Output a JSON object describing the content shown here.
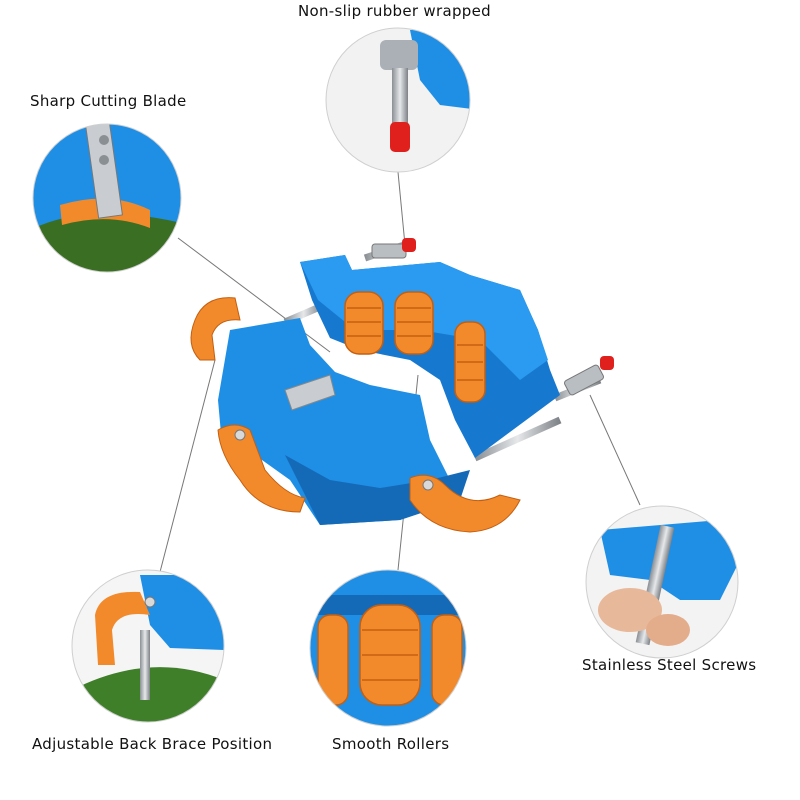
{
  "callouts": {
    "rubber": "Non-slip rubber wrapped",
    "blade": "Sharp Cutting Blade",
    "screws": "Stainless Steel Screws",
    "brace": "Adjustable Back Brace Position",
    "rollers": "Smooth Rollers"
  },
  "colors": {
    "body_blue": "#1f8fe6",
    "roller_orange": "#f28a2c",
    "cap_red": "#e0201c"
  }
}
